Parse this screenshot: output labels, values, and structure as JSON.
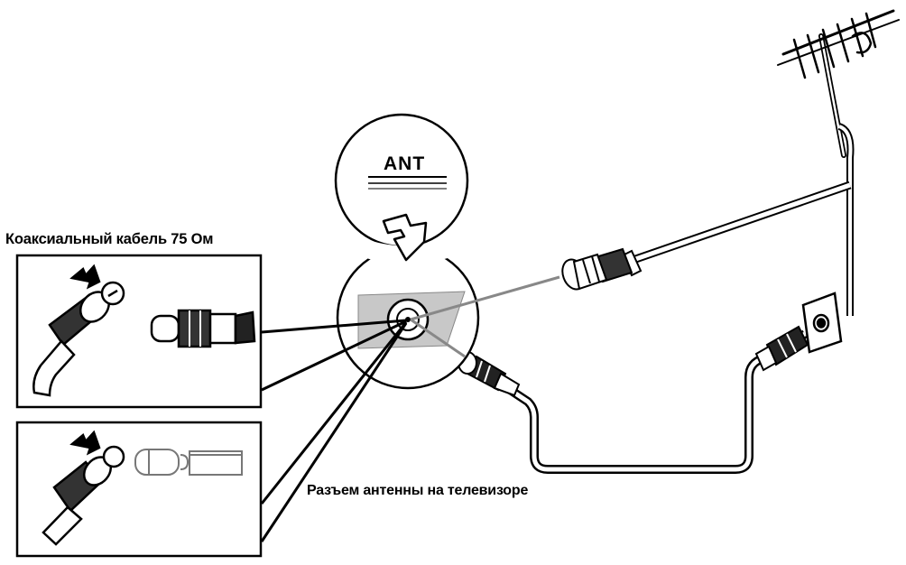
{
  "diagram": {
    "cable_title": "Коаксиальный кабель 75 Ом",
    "socket_caption": "Разъем антенны на телевизоре",
    "ant_label": "ANT"
  }
}
